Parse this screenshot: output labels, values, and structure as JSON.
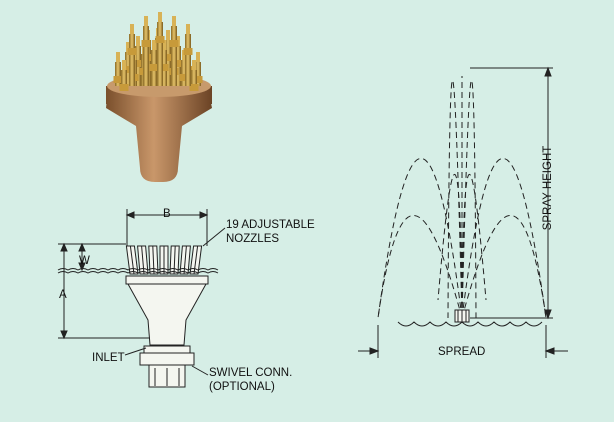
{
  "figure": {
    "background": "#d6eee6",
    "bronze_color": "#b98a5e",
    "line_color": "#222222",
    "labels": {
      "dimension_b": "B",
      "nozzles_line1": "19 ADJUSTABLE",
      "nozzles_line2": "NOZZLES",
      "dimension_w": "W",
      "dimension_a": "A",
      "inlet": "INLET",
      "swivel_line1": "SWIVEL CONN.",
      "swivel_line2": "(OPTIONAL)",
      "spray_height": "SPRAY HEIGHT",
      "spread": "SPREAD"
    }
  }
}
